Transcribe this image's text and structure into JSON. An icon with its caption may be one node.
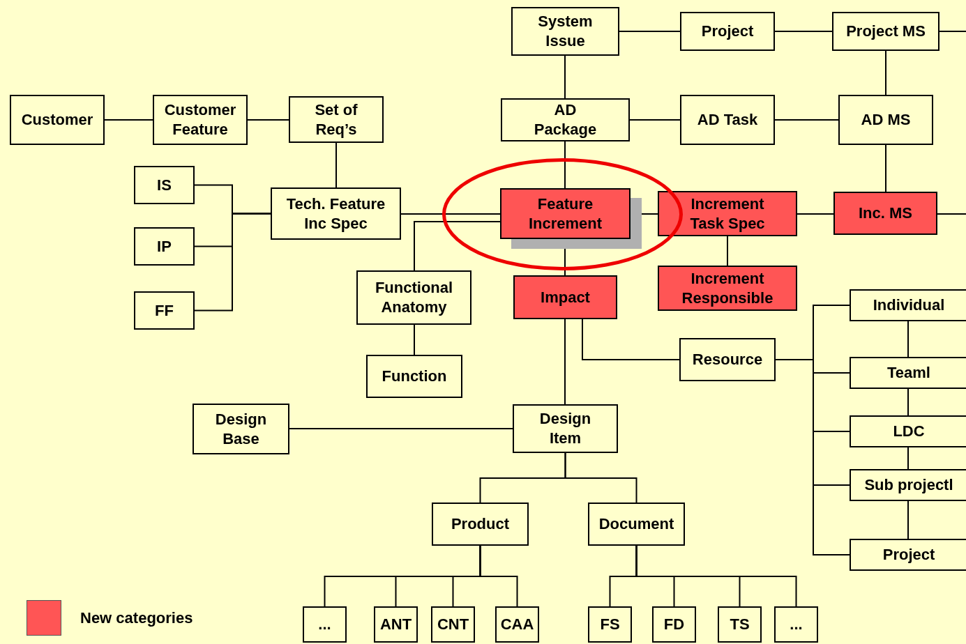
{
  "diagram": {
    "nodes": [
      {
        "text": [
          "System Issue"
        ]
      },
      {
        "text": [
          "Project"
        ]
      },
      {
        "text": [
          "Project MS"
        ]
      },
      {
        "text": [
          "Customer"
        ]
      },
      {
        "text": [
          "Customer Feature"
        ]
      },
      {
        "text": [
          "Set of Req’s"
        ]
      },
      {
        "text": [
          "AD Package"
        ]
      },
      {
        "text": [
          "AD Task"
        ]
      },
      {
        "text": [
          "AD MS"
        ]
      },
      {
        "text": [
          "IS"
        ]
      },
      {
        "text": [
          "Tech. Feature Inc Spec"
        ]
      },
      {
        "text": [
          "Feature Increment"
        ]
      },
      {
        "text": [
          "Increment Task Spec"
        ]
      },
      {
        "text": [
          "Inc. MS"
        ]
      },
      {
        "text": [
          "IP"
        ]
      },
      {
        "text": [
          "Functional Anatomy"
        ]
      },
      {
        "text": [
          "Impact"
        ]
      },
      {
        "text": [
          "Increment Responsible"
        ]
      },
      {
        "text": [
          "Individual"
        ]
      },
      {
        "text": [
          "FF"
        ]
      },
      {
        "text": [
          "Resource"
        ]
      },
      {
        "text": [
          "Teaml"
        ]
      },
      {
        "text": [
          "Function"
        ]
      },
      {
        "text": [
          "Design Base"
        ]
      },
      {
        "text": [
          "Design Item"
        ]
      },
      {
        "text": [
          "LDC"
        ]
      },
      {
        "text": [
          "Sub projectl"
        ]
      },
      {
        "text": [
          "Product"
        ]
      },
      {
        "text": [
          "Document"
        ]
      },
      {
        "text": [
          "Project"
        ]
      },
      {
        "text": [
          "..."
        ]
      },
      {
        "text": [
          "ANT"
        ]
      },
      {
        "text": [
          "CNT"
        ]
      },
      {
        "text": [
          "CAA"
        ]
      },
      {
        "text": [
          "FS"
        ]
      },
      {
        "text": [
          "FD"
        ]
      },
      {
        "text": [
          "TS"
        ]
      },
      {
        "text": [
          "..."
        ]
      }
    ],
    "edges": [
      {
        "from": 0,
        "to": 1,
        "arrow": "none"
      },
      {
        "from": 1,
        "to": 2,
        "arrow": "none"
      },
      {
        "from": 2,
        "to": null,
        "arrow": "none"
      },
      {
        "from": 0,
        "to": 6,
        "arrow": "none"
      },
      {
        "from": 3,
        "to": 4,
        "arrow": "none"
      },
      {
        "from": 4,
        "to": 5,
        "arrow": "none"
      },
      {
        "from": 5,
        "to": 10,
        "arrow": "none"
      },
      {
        "from": 6,
        "to": 7,
        "arrow": "none"
      },
      {
        "from": 7,
        "to": 8,
        "arrow": "none"
      },
      {
        "from": 2,
        "to": 8,
        "arrow": "none"
      },
      {
        "from": 6,
        "to": 11,
        "arrow": "none"
      },
      {
        "from": 8,
        "to": 13,
        "arrow": "none"
      },
      {
        "from": 9,
        "to": 10,
        "arrow": "none"
      },
      {
        "from": 14,
        "to": 10,
        "arrow": "none"
      },
      {
        "from": 19,
        "to": 10,
        "arrow": "none"
      },
      {
        "from": 10,
        "to": 11,
        "arrow": "none"
      },
      {
        "from": 11,
        "to": 15,
        "arrow": "none"
      },
      {
        "from": 11,
        "to": 12,
        "arrow": "none"
      },
      {
        "from": 12,
        "to": 13,
        "arrow": "none"
      },
      {
        "from": 13,
        "to": null,
        "arrow": "none"
      },
      {
        "from": 12,
        "to": 17,
        "arrow": "none"
      },
      {
        "from": 11,
        "to": 16,
        "arrow": "none"
      },
      {
        "from": 16,
        "to": 24,
        "arrow": "none"
      },
      {
        "from": 16,
        "to": 20,
        "arrow": "none"
      },
      {
        "from": 20,
        "to": 18,
        "arrow": "none"
      },
      {
        "from": 20,
        "to": 21,
        "arrow": "none"
      },
      {
        "from": 20,
        "to": 25,
        "arrow": "none"
      },
      {
        "from": 20,
        "to": 26,
        "arrow": "none"
      },
      {
        "from": 20,
        "to": 29,
        "arrow": "none"
      },
      {
        "from": 18,
        "to": 21,
        "arrow": "none"
      },
      {
        "from": 21,
        "to": 25,
        "arrow": "none"
      },
      {
        "from": 25,
        "to": 26,
        "arrow": "none"
      },
      {
        "from": 26,
        "to": 29,
        "arrow": "none"
      },
      {
        "from": 15,
        "to": 22,
        "arrow": "none"
      },
      {
        "from": 23,
        "to": 24,
        "arrow": "none"
      },
      {
        "from": 24,
        "to": 27,
        "arrow": "none"
      },
      {
        "from": 24,
        "to": 28,
        "arrow": "none"
      },
      {
        "from": 27,
        "to": 30,
        "arrow": "none"
      },
      {
        "from": 27,
        "to": 31,
        "arrow": "none"
      },
      {
        "from": 27,
        "to": 32,
        "arrow": "none"
      },
      {
        "from": 27,
        "to": 33,
        "arrow": "none"
      },
      {
        "from": 28,
        "to": 34,
        "arrow": "none"
      },
      {
        "from": 28,
        "to": 35,
        "arrow": "none"
      },
      {
        "from": 28,
        "to": 36,
        "arrow": "none"
      },
      {
        "from": 28,
        "to": 37,
        "arrow": "none"
      }
    ],
    "legend": [
      {
        "text": "New categories",
        "color": "#ff5555"
      }
    ]
  }
}
